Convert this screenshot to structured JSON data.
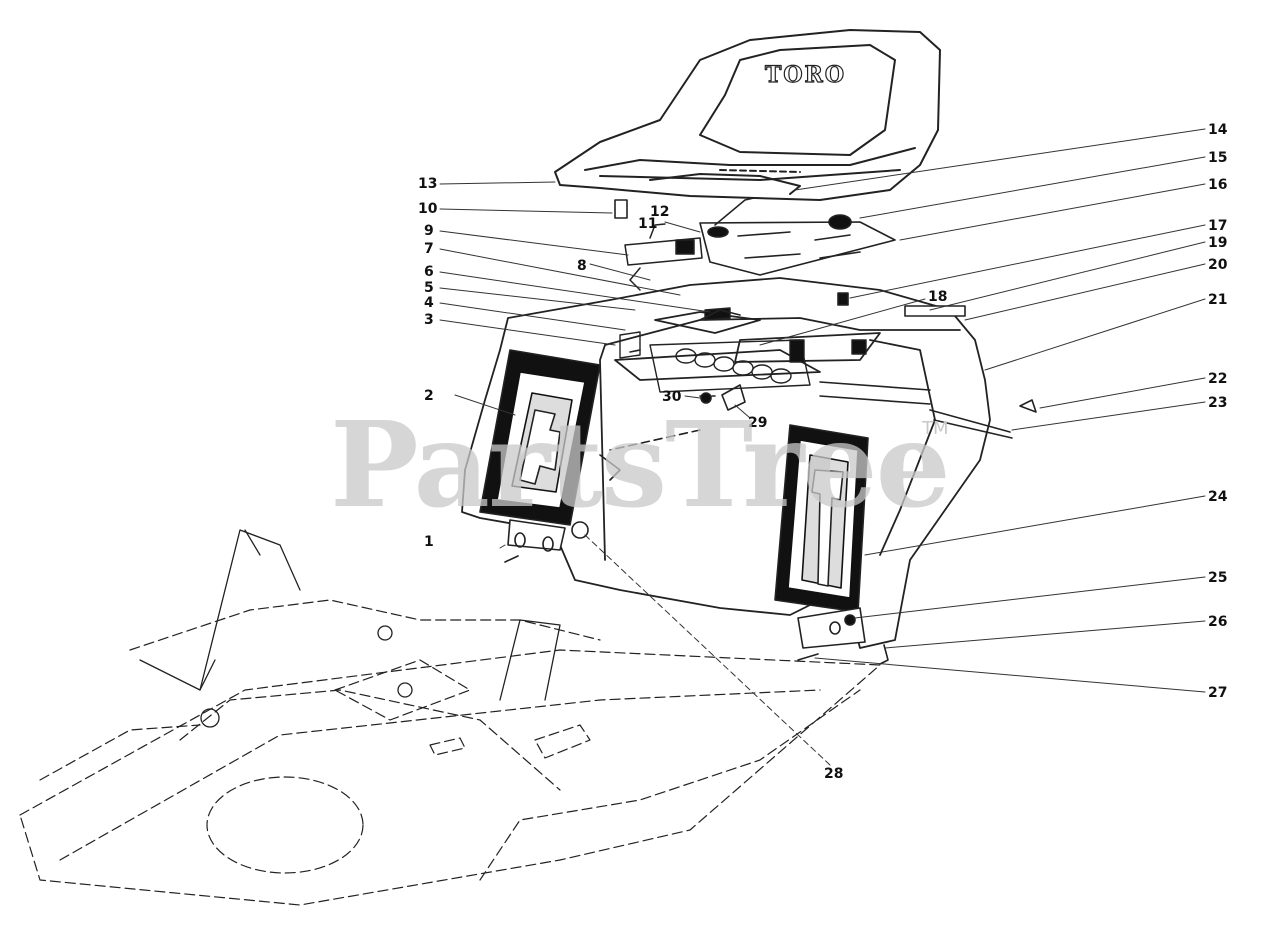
{
  "seat_brand": "TORO",
  "watermark": {
    "text": "PartsTree",
    "mark": "TM"
  },
  "callouts": [
    "1",
    "2",
    "3",
    "4",
    "5",
    "6",
    "7",
    "8",
    "9",
    "10",
    "11",
    "12",
    "13",
    "14",
    "15",
    "16",
    "17",
    "18",
    "19",
    "20",
    "21",
    "22",
    "23",
    "24",
    "25",
    "26",
    "27",
    "28",
    "29",
    "30"
  ],
  "colors": {
    "line": "#111111",
    "watermark": "#c9c9c9",
    "background": "#ffffff"
  }
}
